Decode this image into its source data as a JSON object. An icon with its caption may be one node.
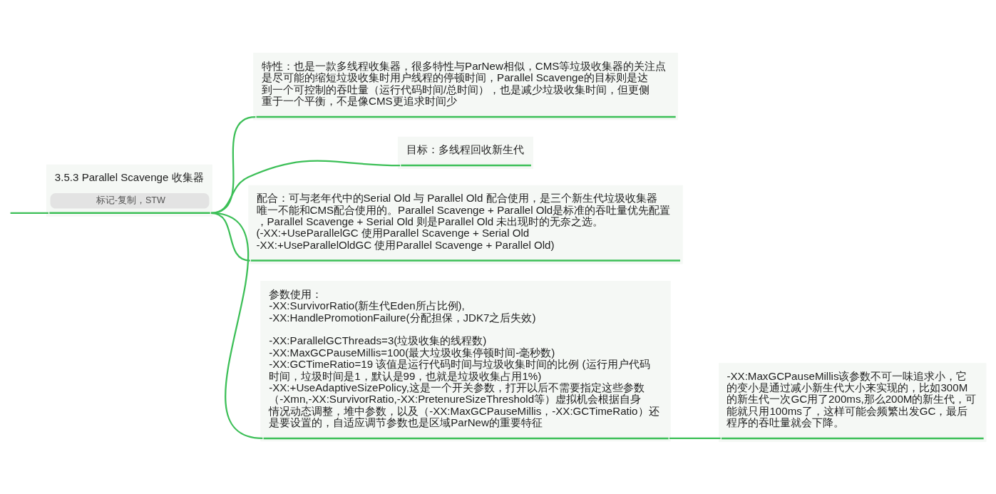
{
  "diagram": {
    "nodes": [
      {
        "text": [
          "3.5.3 Parallel Scavenge 收集器",
          "标记-复制，STW"
        ]
      },
      {
        "text": [
          "特性：也是一款多线程收集器，很多特性与ParNew相似，CMS等垃圾收集器的关注点是尽可能的缩短垃圾收集时用户线程的停顿时间，Parallel Scavenge的目标则是达到一个可控制的吞吐量（运行代码时间/总时间），也是减少垃圾收集时间，但更侧重于一个平衡，不是像CMS更追求时间少"
        ]
      },
      {
        "text": [
          "目标：多线程回收新生代"
        ]
      },
      {
        "text": [
          "配合：可与老年代中的Serial Old 与 Parallel Old 配合使用，是三个新生代垃圾收集器唯一不能和CMS配合使用的。Parallel Scavenge + Parallel Old是标准的吞吐量优先配置，Parallel Scavenge + Serial Old 则是Parallel Old 未出现时的无奈之选。",
          "(-XX:+UseParallelGC 使用Parallel Scavenge + Serial Old",
          "-XX:+UseParallelOldGC 使用Parallel Scavenge + Parallel Old)"
        ]
      },
      {
        "text": [
          "参数使用：",
          "-XX:SurvivorRatio(新生代Eden所占比例),",
          "-XX:HandlePromotionFailure(分配担保，JDK7之后失效)",
          "-XX:ParallelGCThreads=3(垃圾收集的线程数)",
          "-XX:MaxGCPauseMillis=100(最大垃圾收集停顿时间-毫秒数)",
          "-XX:GCTimeRatio=19 该值是运行代码时间与垃圾收集时间的比例 (运行用户代码时间，垃圾时间是1，默认是99，也就是垃圾收集占用1%)",
          "-XX:+UseAdaptiveSizePolicy,这是一个开关参数，打开以后不需要指定这些参数（-Xmn,-XX:SurvivorRatio,-XX:PretenureSizeThreshold等）虚拟机会根据自身情况动态调整，堆中参数，以及（-XX:MaxGCPauseMillis，-XX:GCTimeRatio）还是要设置的，自适应调节参数也是区域ParNew的重要特征"
        ]
      },
      {
        "text": [
          "-XX:MaxGCPauseMillis该参数不可一味追求小，它的变小是通过减小新生代大小来实现的，比如300M的新生代一次GC用了200ms,那么200M的新生代，可能就只用100ms了，这样可能会频繁出发GC，最后程序的吞吐量就会下降。"
        ]
      }
    ],
    "edges": [
      {
        "from": null,
        "to": 0,
        "arrow": "none"
      },
      {
        "from": 0,
        "to": 1,
        "arrow": "none"
      },
      {
        "from": 0,
        "to": 2,
        "arrow": "none"
      },
      {
        "from": 0,
        "to": 3,
        "arrow": "none"
      },
      {
        "from": 0,
        "to": 4,
        "arrow": "none"
      },
      {
        "from": 4,
        "to": 5,
        "arrow": "none"
      }
    ]
  }
}
